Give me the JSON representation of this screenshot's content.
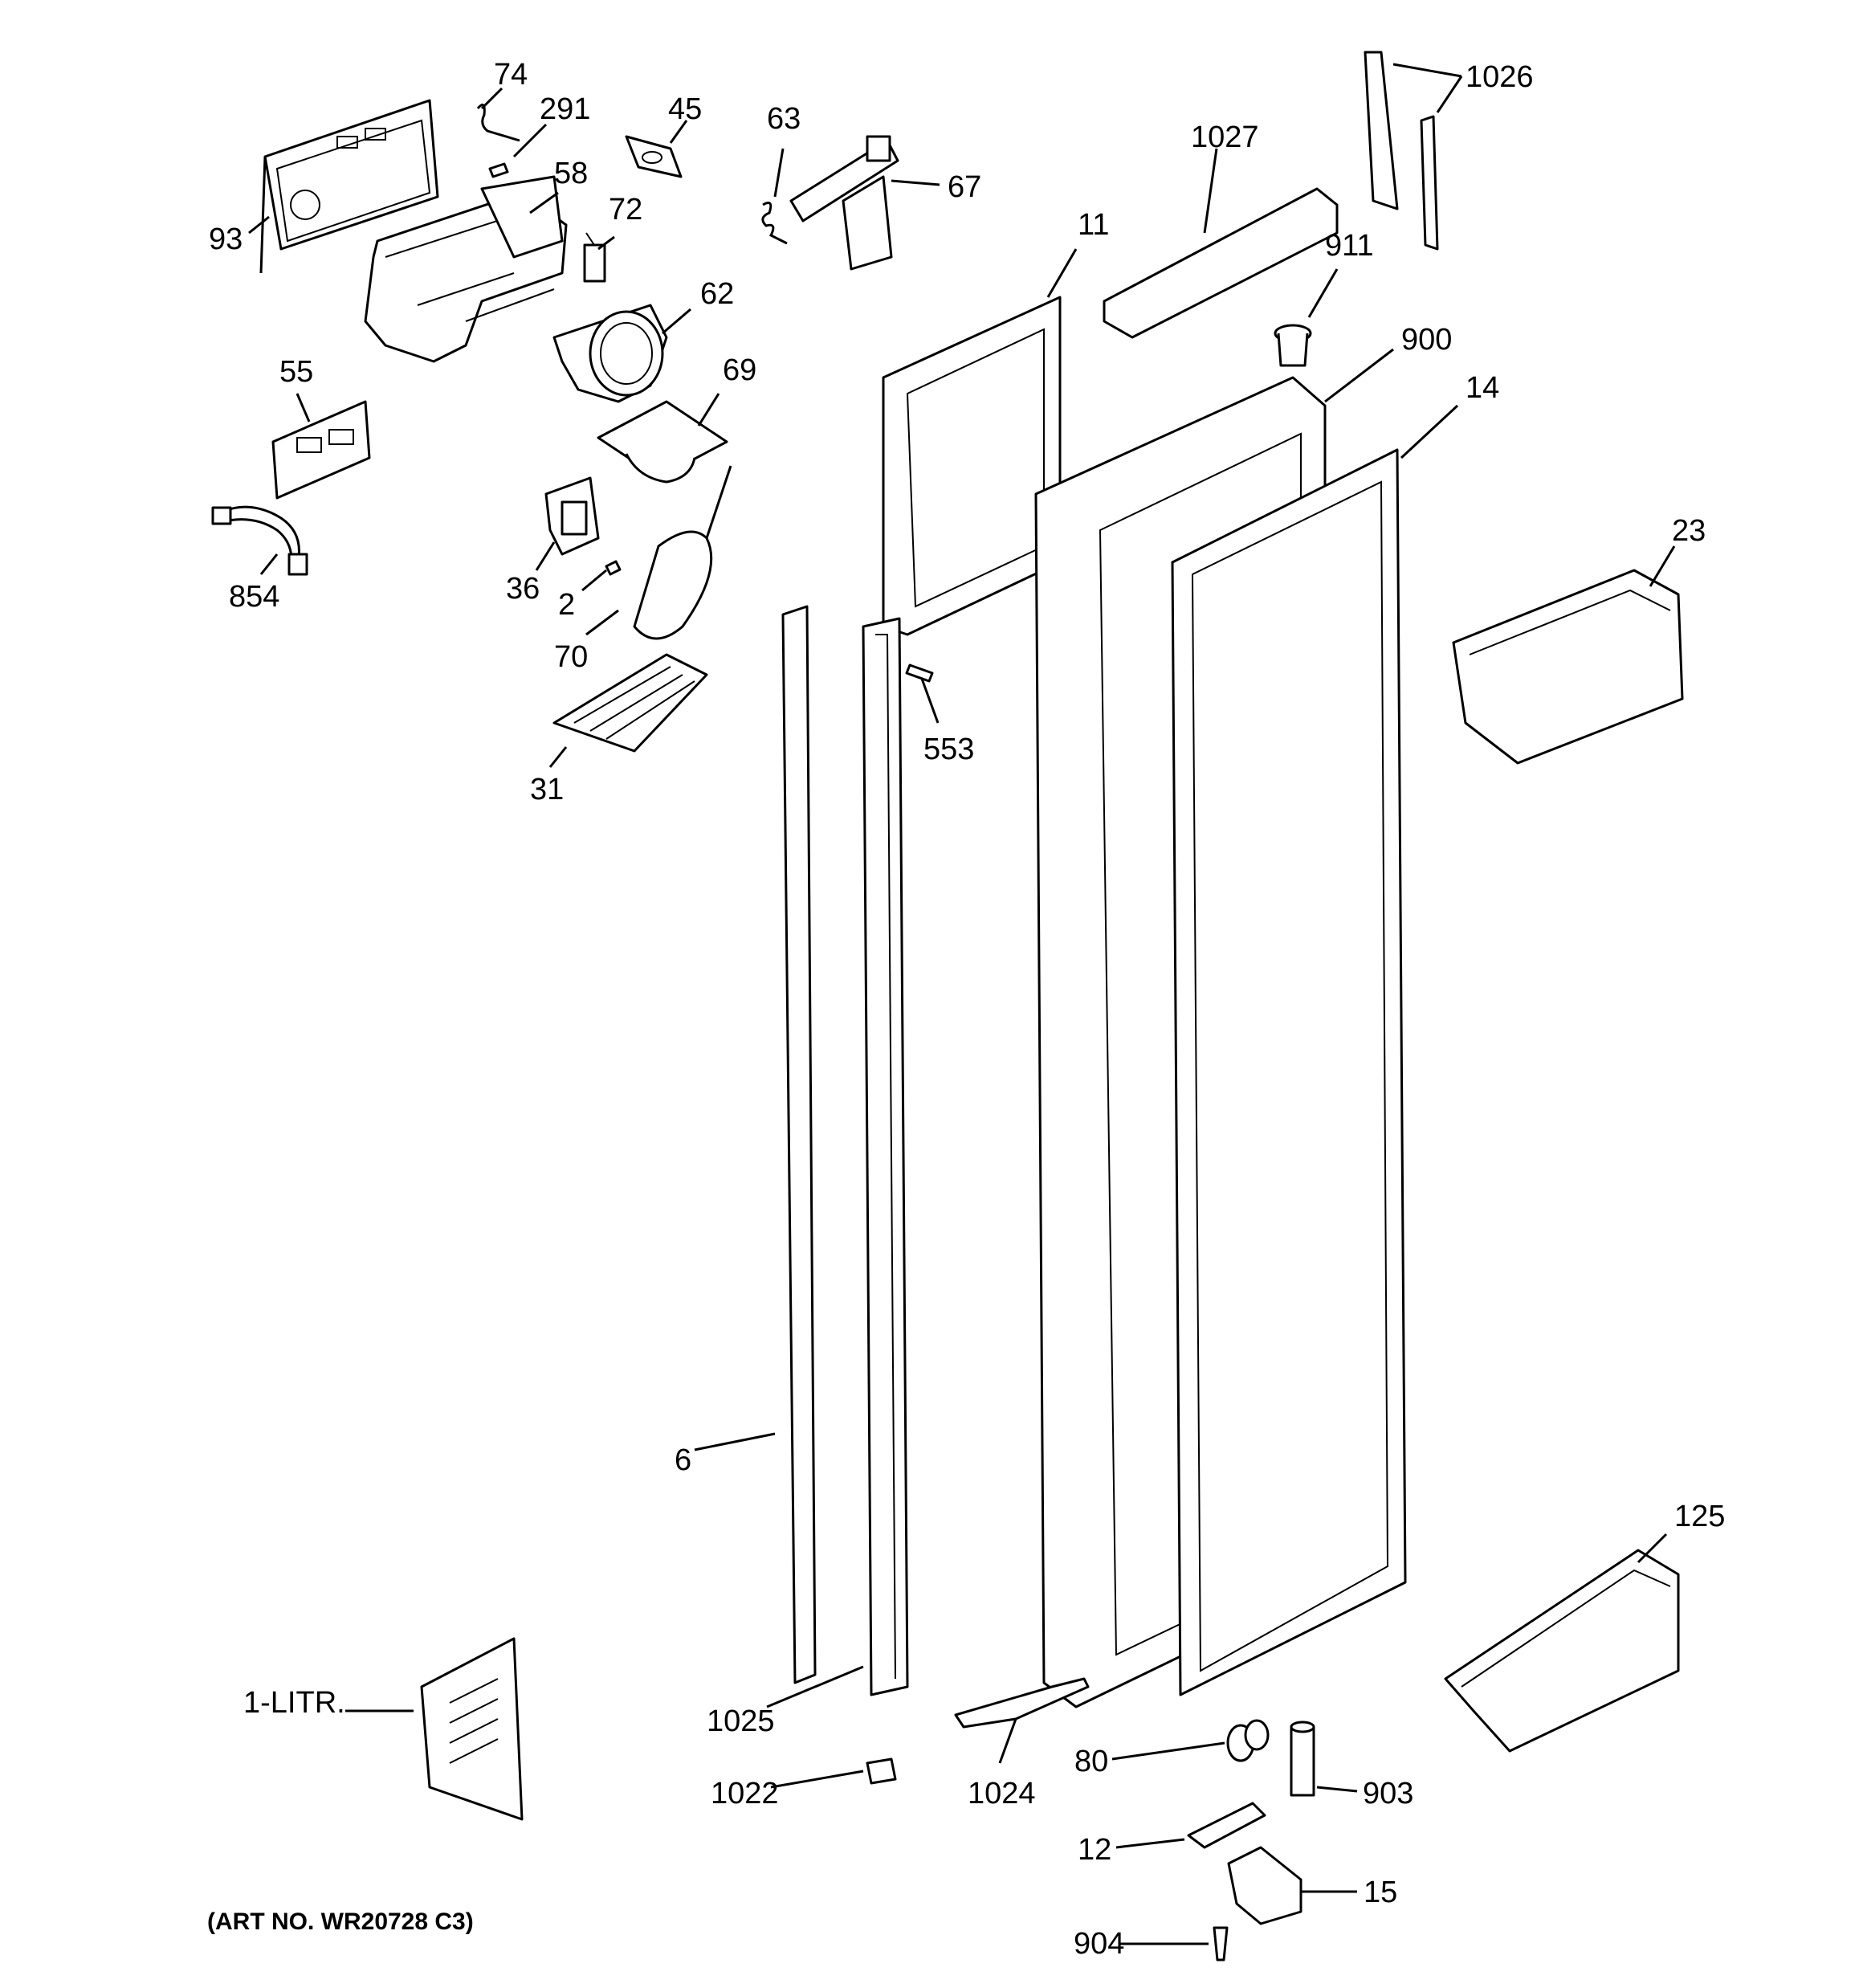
{
  "art_number": "(ART NO. WR20728 C3)",
  "labels": [
    "74",
    "291",
    "45",
    "63",
    "67",
    "1026",
    "1027",
    "93",
    "58",
    "72",
    "11",
    "911",
    "62",
    "900",
    "55",
    "69",
    "14",
    "23",
    "36",
    "2",
    "854",
    "70",
    "553",
    "31",
    "6",
    "125",
    "1-LITR.",
    "1025",
    "80",
    "903",
    "1022",
    "1024",
    "12",
    "15",
    "904"
  ]
}
